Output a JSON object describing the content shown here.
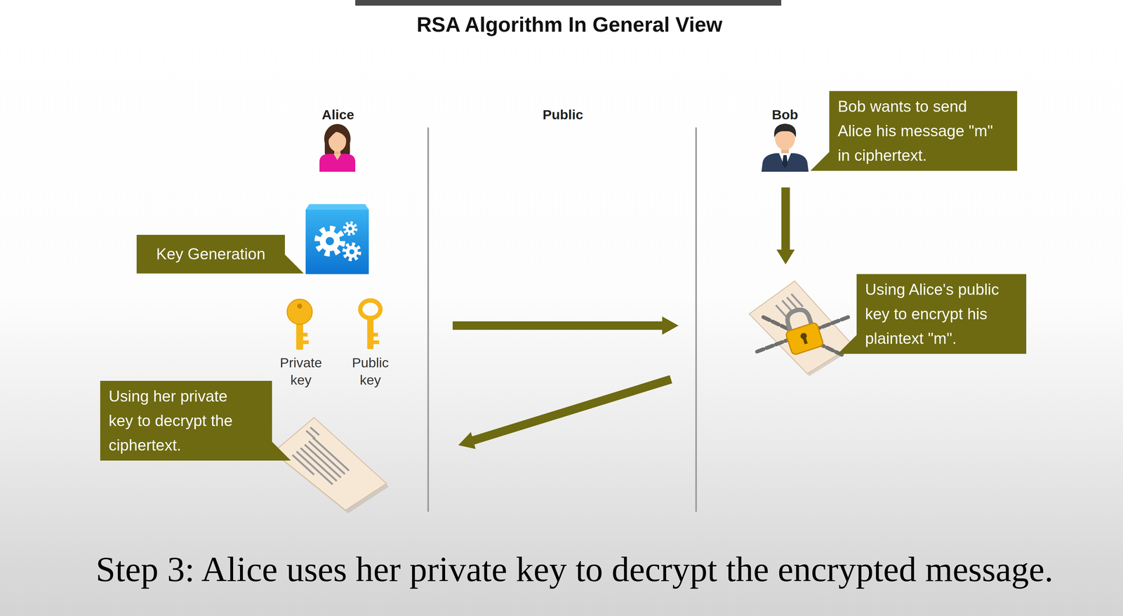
{
  "diagram": {
    "title": "RSA Algorithm In General View",
    "caption": "Step 3: Alice uses her private key to decrypt the encrypted message.",
    "nodes": [
      {
        "text": [
          "Key Generation"
        ]
      },
      {
        "text": [
          "Bob wants to send Alice his message \"m\" in ciphertext."
        ]
      },
      {
        "text": [
          "Using Alice's public key to encrypt his plaintext \"m\"."
        ]
      },
      {
        "text": [
          "Using her private key to decrypt the ciphertext."
        ]
      }
    ],
    "labels": [
      "Alice",
      "Public",
      "Bob",
      "Private key",
      "Public key"
    ]
  }
}
